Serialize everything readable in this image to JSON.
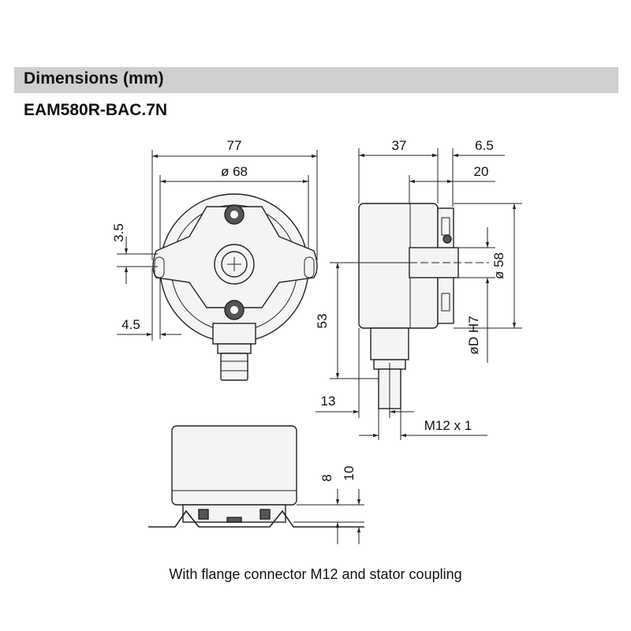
{
  "header": {
    "title": "Dimensions  (mm)",
    "background": "#cfcfcf"
  },
  "model": "EAM580R-BAC.7N",
  "dimensions": {
    "d77": "77",
    "d68": "ø 68",
    "d37": "37",
    "d6_5": "6.5",
    "d20": "20",
    "d3_5": "3.5",
    "d4_5": "4.5",
    "d53": "53",
    "d58": "ø 58",
    "dD": "øD H7",
    "d13": "13",
    "m12": "M12 x 1",
    "d8": "8",
    "d10": "10"
  },
  "caption": "With flange connector M12 and stator coupling"
}
